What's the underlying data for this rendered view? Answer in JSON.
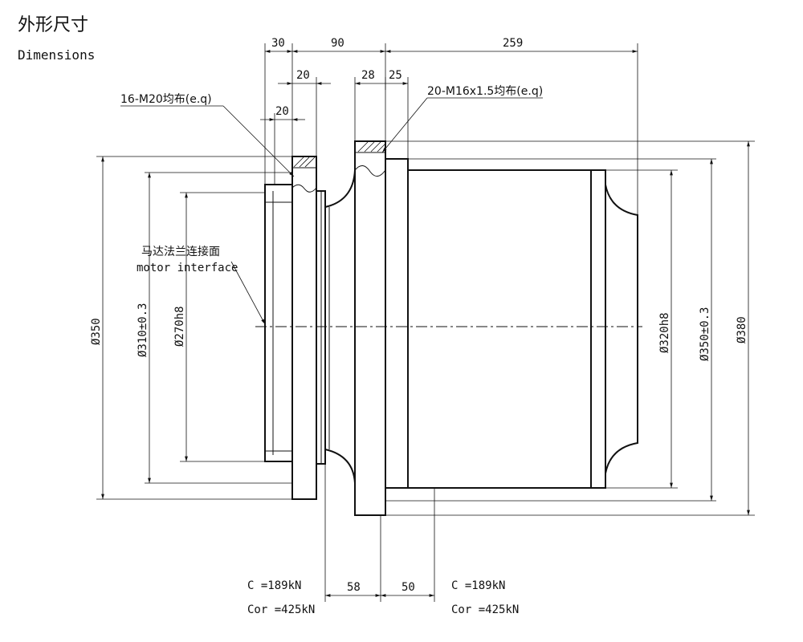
{
  "header": {
    "title_cn": "外形尺寸",
    "title_en": "Dimensions"
  },
  "dimensions": {
    "top": {
      "d30": "30",
      "d90": "90",
      "d259": "259",
      "d20a": "20",
      "d20b": "20",
      "d28": "28",
      "d25": "25"
    },
    "bottom": {
      "d58": "58",
      "d50": "50"
    },
    "diameters": {
      "left_outer": "Ø350",
      "left_mid": "Ø310±0.3",
      "left_inner": "Ø270h8",
      "right_inner": "Ø320h8",
      "right_mid": "Ø350±0.3",
      "right_outer": "Ø380"
    }
  },
  "callouts": {
    "left_bolts": "16-M20均布(e.q)",
    "right_bolts": "20-M16x1.5均布(e.q)",
    "motor_cn": "马达法兰连接面",
    "motor_en": "motor interface"
  },
  "loads": {
    "left": {
      "c": "C =189kN",
      "cor": "Cor =425kN"
    },
    "right": {
      "c": "C =189kN",
      "cor": "Cor =425kN"
    }
  }
}
